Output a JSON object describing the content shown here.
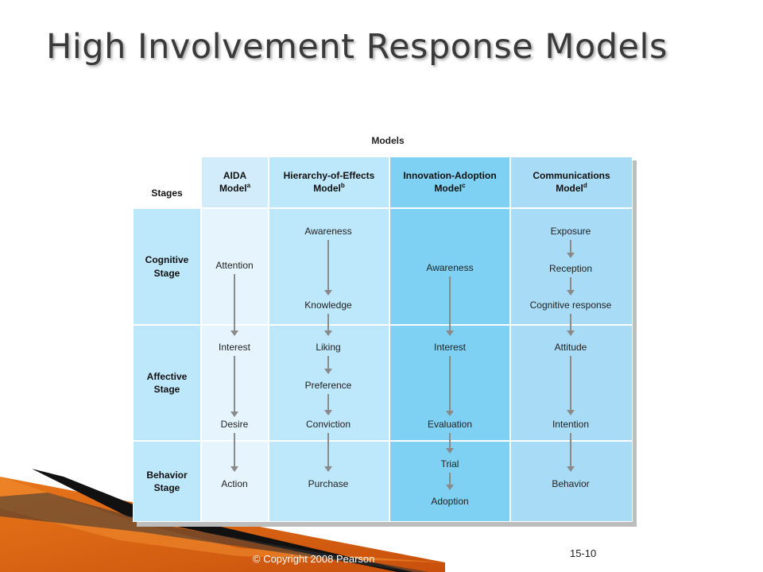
{
  "title": "High Involvement Response Models",
  "footer": {
    "copyright": "© Copyright 2008 Pearson",
    "slide_number": "15-10"
  },
  "table": {
    "models_heading": "Models",
    "stages_heading": "Stages",
    "columns": [
      {
        "line1": "AIDA",
        "line2": "Model",
        "sup": "a"
      },
      {
        "line1": "Hierarchy-of-Effects",
        "line2": "Model",
        "sup": "b"
      },
      {
        "line1": "Innovation-Adoption",
        "line2": "Model",
        "sup": "c"
      },
      {
        "line1": "Communications",
        "line2": "Model",
        "sup": "d"
      }
    ],
    "stages": [
      {
        "line1": "Cognitive",
        "line2": "Stage"
      },
      {
        "line1": "Affective",
        "line2": "Stage"
      },
      {
        "line1": "Behavior",
        "line2": "Stage"
      }
    ],
    "aida": [
      "Attention",
      "Interest",
      "Desire",
      "Action"
    ],
    "hierarchy": [
      "Awareness",
      "Knowledge",
      "Liking",
      "Preference",
      "Conviction",
      "Purchase"
    ],
    "innovation": [
      "Awareness",
      "Interest",
      "Evaluation",
      "Trial",
      "Adoption"
    ],
    "communications": [
      "Exposure",
      "Reception",
      "Cognitive response",
      "Attitude",
      "Intention",
      "Behavior"
    ],
    "colors": {
      "light": "#d3ecfb",
      "pale": "#e6f5fd",
      "mid": "#a8dcf6",
      "header": "#bde7fa",
      "highlight": "#7ed1f2"
    }
  }
}
